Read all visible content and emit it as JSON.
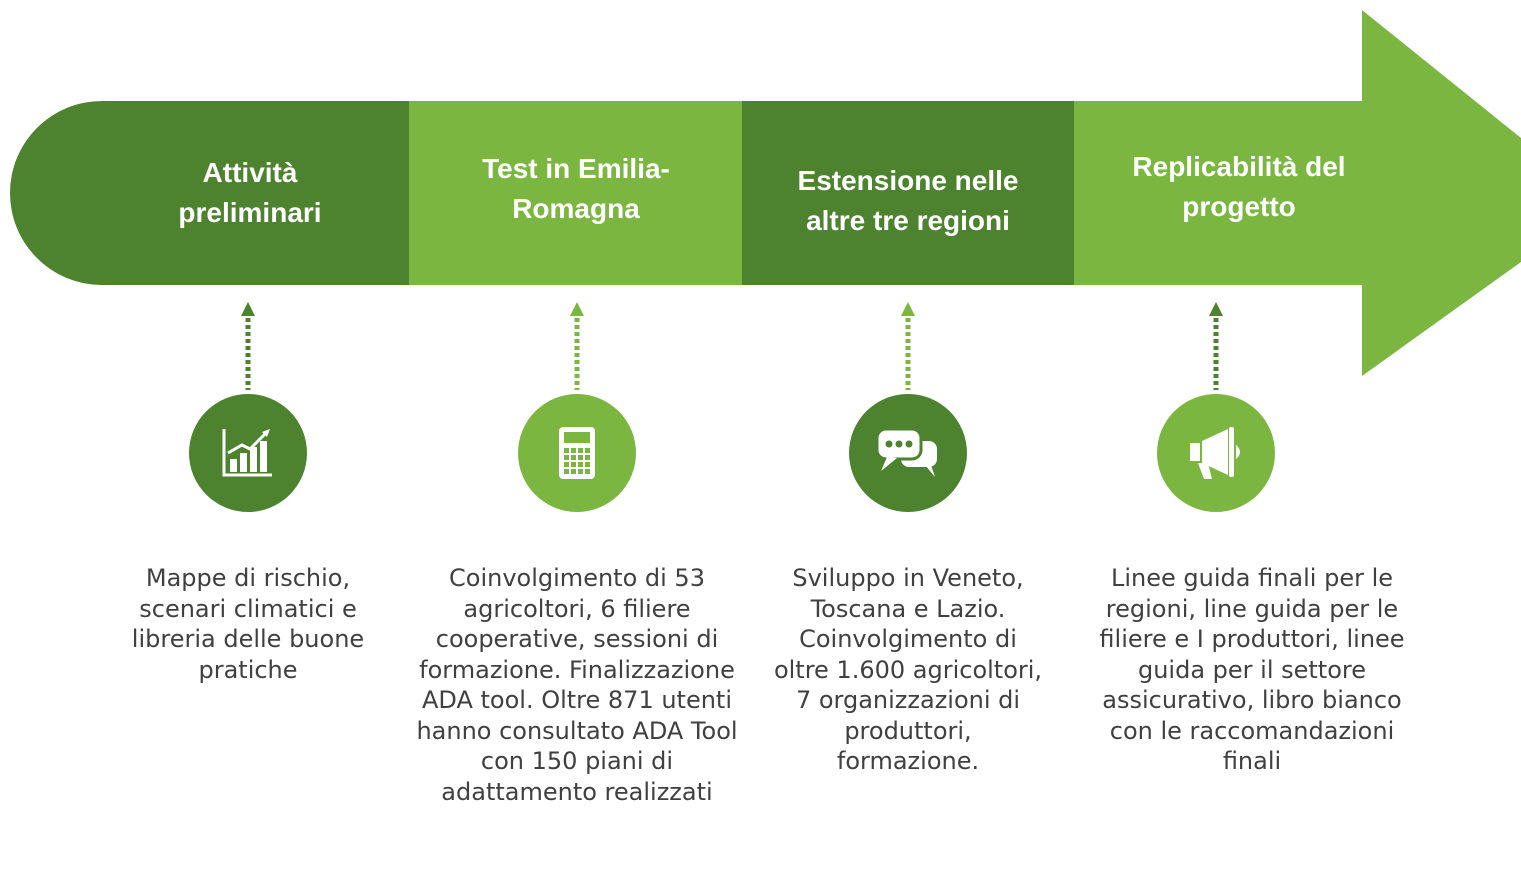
{
  "colors": {
    "dark_green": "#4d822e",
    "light_green": "#7ab640",
    "text": "#404040",
    "white": "#ffffff"
  },
  "stages": [
    {
      "title": "Attività preliminari",
      "icon": "bar-chart-growth-icon",
      "description": "Mappe di rischio, scenari climatici e libreria delle buone pratiche"
    },
    {
      "title": "Test in Emilia-Romagna",
      "icon": "calculator-icon",
      "description": "Coinvolgimento di 53 agricoltori, 6 filiere cooperative, sessioni di formazione. Finalizzazione ADA tool. Oltre 871 utenti hanno consultato ADA Tool con 150 piani di adattamento realizzati"
    },
    {
      "title": "Estensione nelle altre tre regioni",
      "icon": "chat-bubbles-icon",
      "description": "Sviluppo in Veneto, Toscana e Lazio. Coinvolgimento di oltre 1.600 agricoltori, 7 organizzazioni di produttori, formazione."
    },
    {
      "title": "Replicabilità del progetto",
      "icon": "megaphone-icon",
      "description": "Linee guida finali per le regioni, line guida per le filiere e I produttori, linee guida per il settore assicurativo, libro bianco con le raccomandazioni finali"
    }
  ]
}
